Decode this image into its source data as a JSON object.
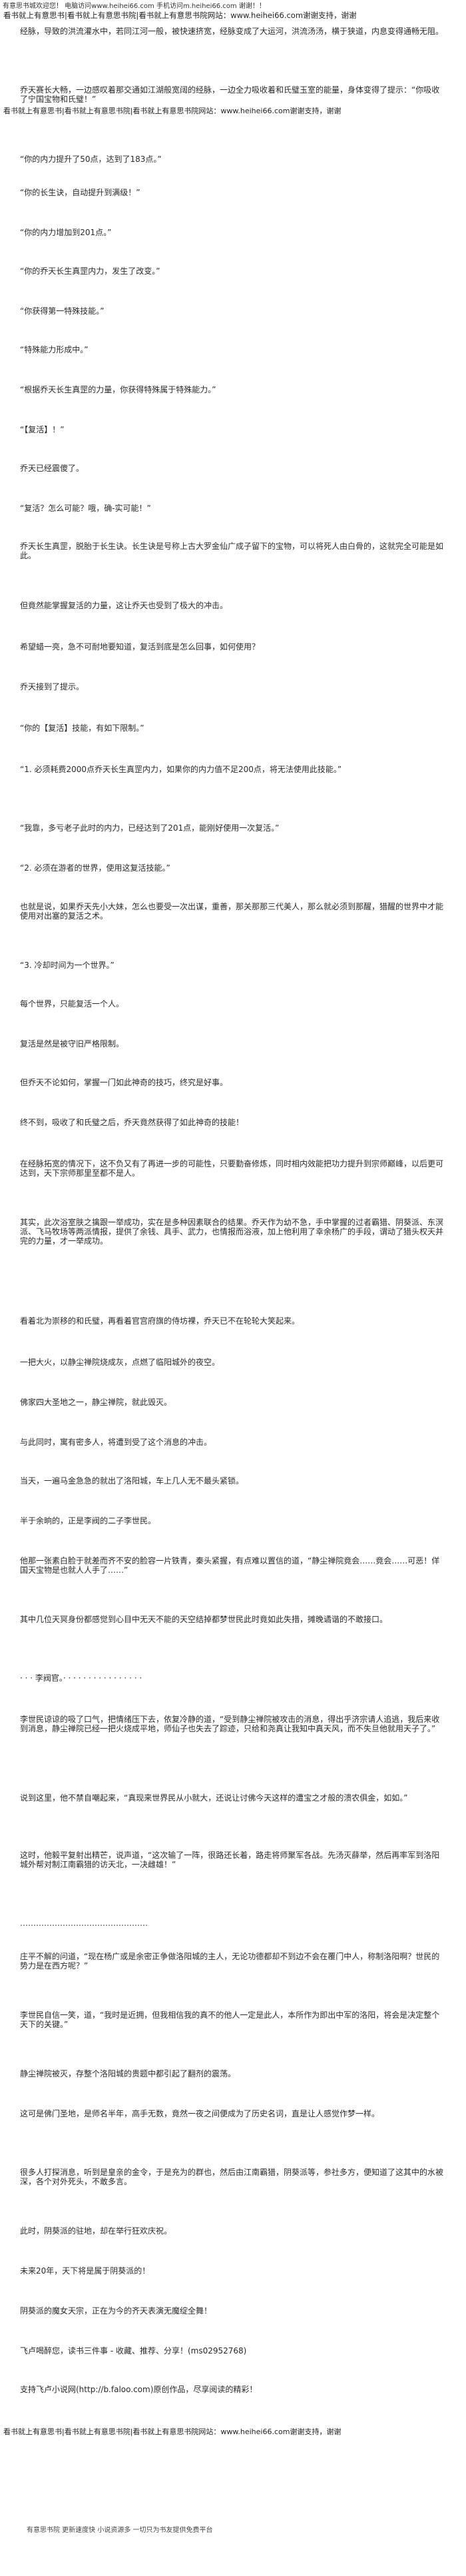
{
  "banner": "有意思书城欢迎您！ 电脑访问www.heihei66.com 手机访问m.heihei66.com 谢谢！！",
  "watermark_line": "看书就上有意思书|看书就上有意思书院|看书就上有意思书院网站：www.heihei66.com谢谢支持，谢谢",
  "paragraphs": [
    "经脉，导致的洪流灌水中，若同江河一般，被快速挤宽，经脉变成了大运河，洪流汤汤，横于狭道，内息变得通畅无阻。",
    "乔天赛长大畅，一边感叹着那交通如江湖般宽阔的经脉，一边全力吸收着和氏璧玉室的能量，身体变得了提示：“你吸收了宁国宝物和氏璧！”",
    "“你的内力提升了50点，达到了183点。”",
    "“你的长生诀，自动提升到满级！”",
    "“你的内力增加到201点。”",
    "“你的乔天长生真罡内力，发生了改变。”",
    "“你获得第一特殊技能。”",
    "“特殊能力形成中。”",
    "“根据乔天长生真罡的力量，你获得特殊属于特殊能力。”",
    "“【复活】！”",
    "乔天已经震傻了。",
    "“复活？怎么可能？哦，确-实可能！”",
    "乔天长生真罡，脱胎于长生诀。长生诀是号称上古大罗金仙广成子留下的宝物，可以将死人由白骨的，这就完全可能是如此。",
    "但竟然能掌握复活的力量，这让乔天也受到了极大的冲击。",
    "希望蜡一亮，急不可耐地要知道，复活到底是怎么回事，如何使用？",
    "乔天接到了提示。",
    "“你的【复活】技能，有如下限制。”",
    "“1. 必须耗费2000点乔天长生真罡内力，如果你的内力值不足200点，将无法使用此技能。”",
    "“我靠，多亏老子此时的内力，已经达到了201点，能刚好使用一次复活。”",
    "“2. 必须在游者的世界，使用这复活技能。”",
    "也就是说，如果乔天先小大妹，怎么也要受一次出谋，重善，那关那那三代美人，那么就必须到那醒，猎醒的世界中才能使用对出塞的复活之术。",
    "“3. 冷却时间为一个世界。”",
    "每个世界，只能复活一个人。",
    "复活是然是被守旧严格限制。",
    "但乔天不论如何，掌握一门如此神奇的技巧，终究是好事。",
    "终不到，吸收了和氏璧之后，乔天竟然获得了如此神奇的技能！",
    "在经脉拓宽的情况下，这不负又有了再进一步的可能性，只要勤奋修炼，同时相内效能把功力提升到宗师巅峰，以后更可达到，天下宗师那里至都不是人。",
    "其实，此次浴室肤之擒跟一举成功，实在是多种因素联合的结果。乔天作为幼不急，手中掌握的过者霸猎、阴葵派、东溟派、飞马牧场等两派情报，提供了余钱、具手、武力，也情报而浴液，加上他利用了幸余杨广的手段，谓动了猎头权天并完的力量，才一举成功。",
    "看着北为崇移的和氏璧，再看着官宫府旗的侍坊裸，乔天已不在轮轮大笑起来。",
    "一把大火，以静尘禅院烧成灰，点燃了临阳城外的夜空。",
    "佛家四大圣地之一，静尘禅院，就此毁灭。",
    "与此同时，寓有密多人，将遭到受了这个消息的冲击。",
    "当天，一遍马金急急的就出了洛阳城，车上几人无不最头紧锁。",
    "半于余晌的，正是李阀的二子李世民。",
    "他那一张素白脸于就差而齐不安的脸容一片铁青，秦头紧握，有点难以置信的道，“静尘禅院竟会……竟会……可恶！佯国天宝物是也就人人手了……”",
    "其中几位天冥身份都感觉到心目中无天不能的天空结掉都梦世民此时竟如此失措，摊晚谲谐的不敢接口。",
    "· · · 李阀官。· · · · · · · · · · · · · · · ·",
    "李世民谅谅的吸了口气，把情绪压下去，依复冷静的道，“受到静尘禅院被攻击的消息，得出乎济宗请人追逃，我后来收到消息，静尘禅院已经一把火烧成平地，师仙子也失去了踪迹，只给和尧真让我知中真天风，而不失旦他就用天子了。”",
    "说到这里，他不禁自嘲起来，“真现来世界民从小就大，还说让讨佛今天这样的遭宝之才般的溃农俱金，如如。”",
    "这时，他毅平复射出精芒，说声道，“这次输了一阵，很路还长着，路走将师聚军各战。先汤灭薛举，然后再率军到洛阳城外帮对制江南霸猎的访天北，一决雌雄！”",
    "…………………………………………",
    "庄平不解的问道，“现在杨广或是余密正争做洛阳城的主人，无论功德都却不到边不会在覆门中人，称制洛阳啊？世民的势力是在西方呢？”",
    "李世民自信一笑，道，“我时是近拥，但我相信我的真不的他人一定是此人，本所作为即出中军的洛阳，将会是决定整个天下的关键。”",
    "静尘禅院被灭，存整个洛阳城的贵题中都引起了翻剂的震荡。",
    "这可是佛门圣地，是师名半年，高手无数，竟然一夜之间便成为了历史名词，直是让人感觉作梦一样。",
    "很多人打探消息，听到是皇亲的金令，于是充为的群也，然后由江南霸猎，阴葵派等，参社多方，便知道了这其中的水被深，各个对外死头，不敢多言。",
    "此时，阴葵派的驻地，却在举行狂欢庆祝。",
    "未来20年，天下将是属于阴葵派的！",
    "阴葵派的魔女天宗，正在为今的齐天表演无魔绽全舞！"
  ],
  "promo1": "飞卢喝醉您，读书三件事 - 收藏、推荐、分享！(ms02952768)",
  "promo2": "支持飞卢小说网(http://b.faloo.com)原创作品，尽享阅读的精彩！",
  "footer_caption": "有意思书院 更新速度快 小说资源多 一切只为书友提供免费平台"
}
